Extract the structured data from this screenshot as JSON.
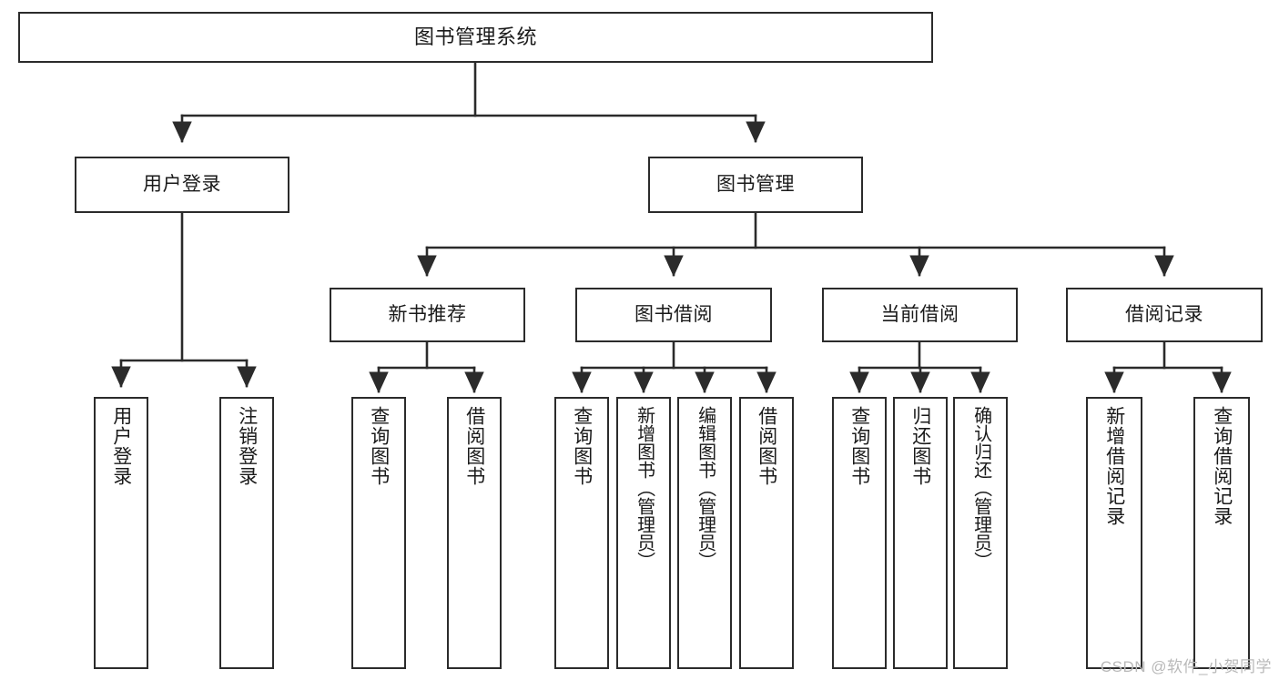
{
  "diagram": {
    "title": "图书管理系统",
    "type": "tree-hierarchy-chart",
    "colors": {
      "stroke": "#2b2b2b",
      "fill": "#ffffff",
      "text": "#1a1a1a",
      "watermark": "#b9b9b9"
    },
    "nodes": {
      "root": {
        "label": "图书管理系统"
      },
      "level2": [
        {
          "label": "用户登录"
        },
        {
          "label": "图书管理"
        }
      ],
      "level3": [
        {
          "label": "新书推荐"
        },
        {
          "label": "图书借阅"
        },
        {
          "label": "当前借阅"
        },
        {
          "label": "借阅记录"
        }
      ],
      "leaves_user_login": [
        {
          "label": "用户登录"
        },
        {
          "label": "注销登录"
        }
      ],
      "leaves_new_book": [
        {
          "label": "查询图书"
        },
        {
          "label": "借阅图书"
        }
      ],
      "leaves_borrow": [
        {
          "label": "查询图书"
        },
        {
          "label": "新增图书（管理员）"
        },
        {
          "label": "编辑图书（管理员）"
        },
        {
          "label": "借阅图书"
        }
      ],
      "leaves_current": [
        {
          "label": "查询图书"
        },
        {
          "label": "归还图书"
        },
        {
          "label": "确认归还（管理员）"
        }
      ],
      "leaves_record": [
        {
          "label": "新增借阅记录"
        },
        {
          "label": "查询借阅记录"
        }
      ]
    },
    "watermark": "CSDN @软件_小贺同学"
  }
}
